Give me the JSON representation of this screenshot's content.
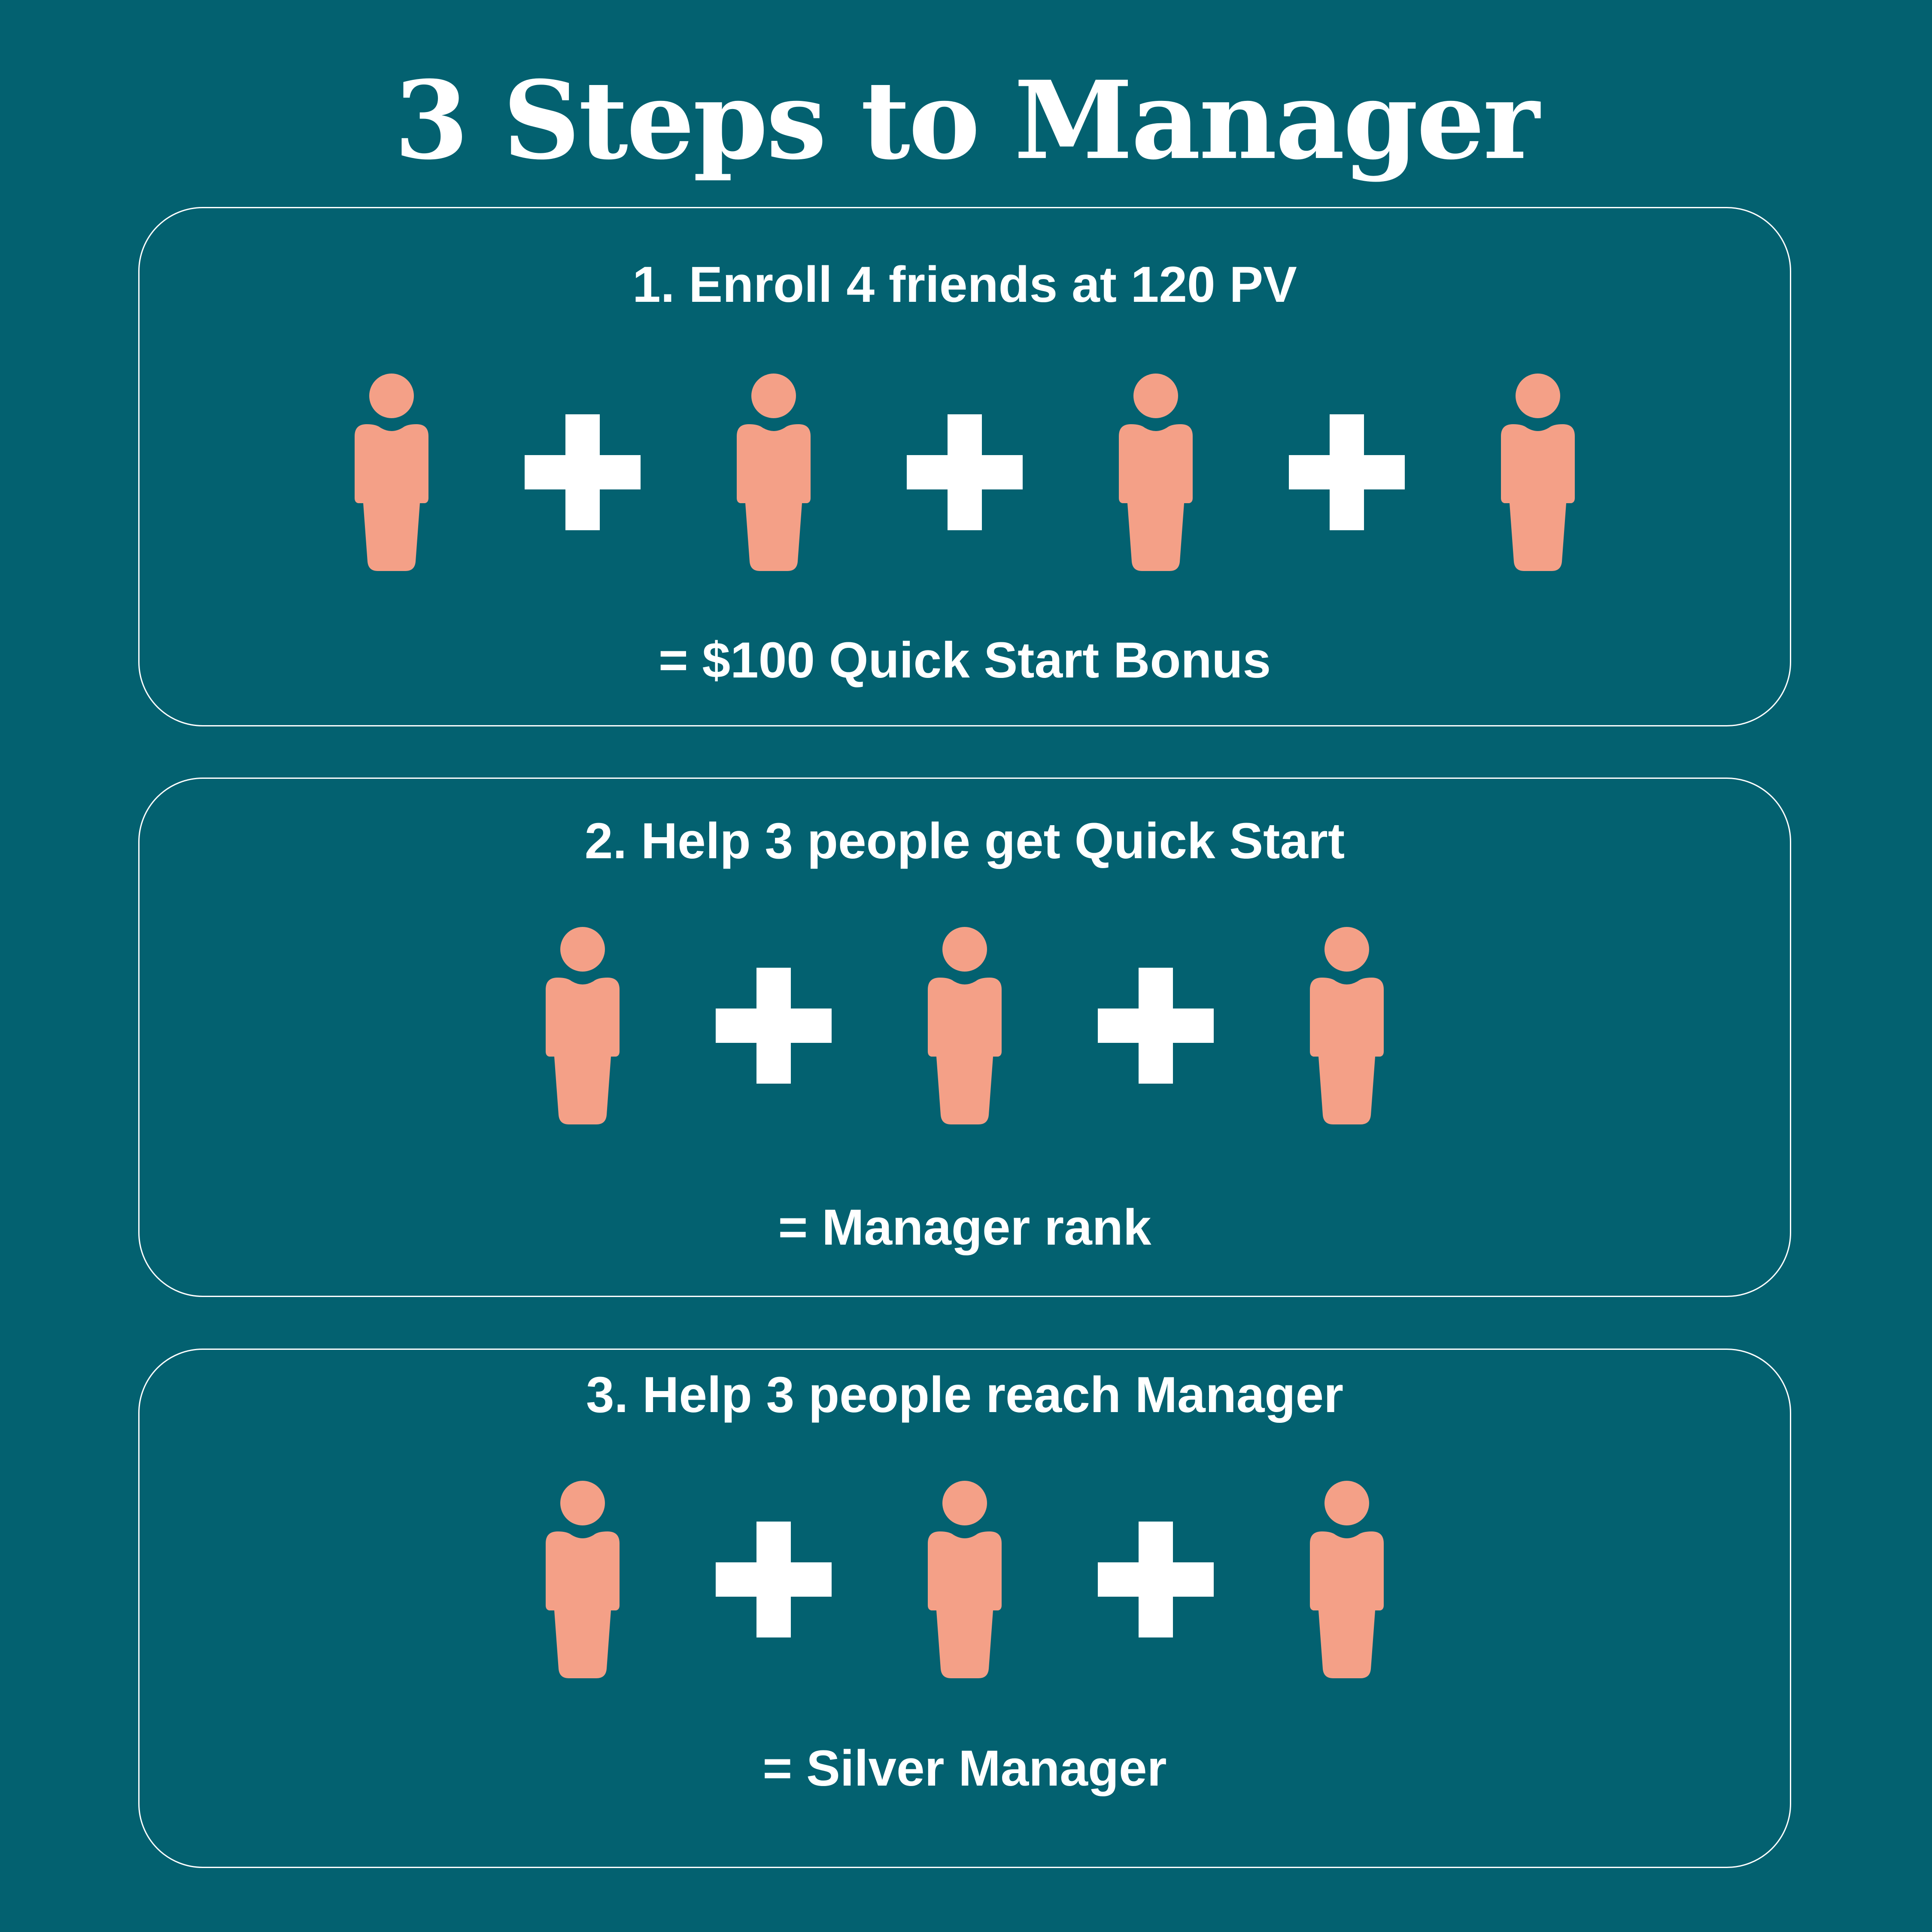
{
  "title": "3 Steps to Manager",
  "colors": {
    "background": "#036170",
    "person": "#f4a087",
    "plus": "#ffffff",
    "text": "#ffffff",
    "card_border": "#ffffff"
  },
  "icons": {
    "person": "person-icon",
    "plus": "plus-icon"
  },
  "steps": [
    {
      "title": "1. Enroll 4 friends at 120 PV",
      "people_count": 4,
      "result": "= $100 Quick Start Bonus"
    },
    {
      "title": "2. Help 3 people get Quick Start",
      "people_count": 3,
      "result": "= Manager rank"
    },
    {
      "title": "3. Help 3 people reach Manager",
      "people_count": 3,
      "result": "= Silver Manager"
    }
  ]
}
